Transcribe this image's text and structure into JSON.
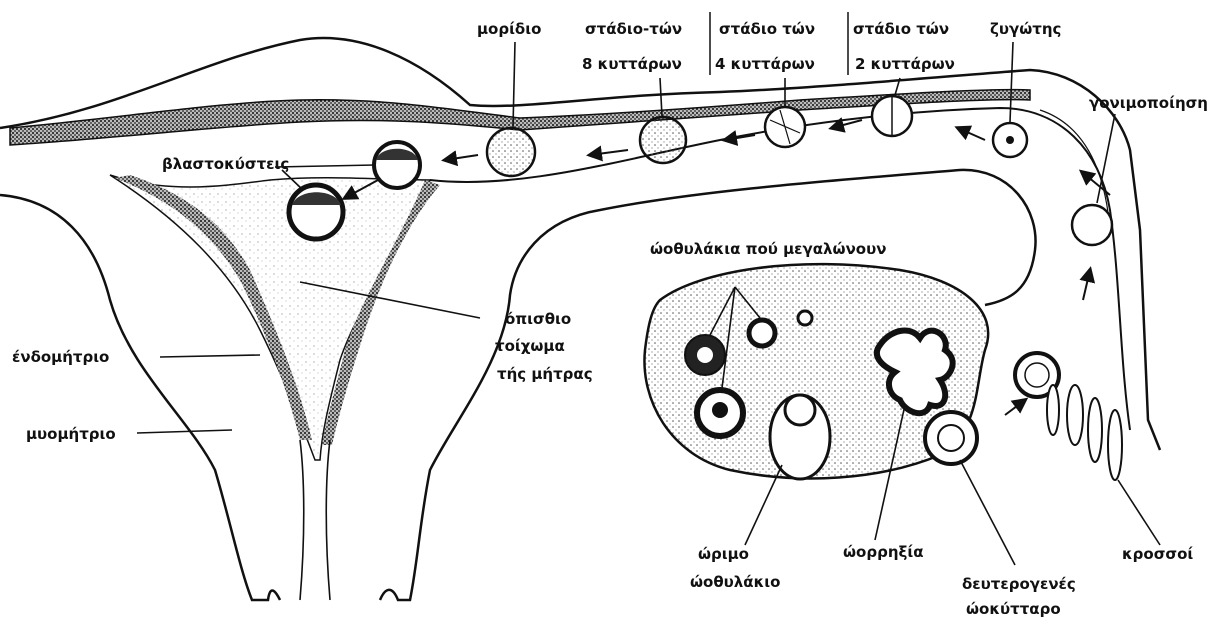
{
  "labels": {
    "moridio": "μορίδιο",
    "stadio8_line1": "στάδιο-τών",
    "stadio8_line2": "8  κυττάρων",
    "stadio4_line1": "στάδιο  τών",
    "stadio4_line2": "4  κυττάρων",
    "stadio2_line1": "στάδιο  τών",
    "stadio2_line2": "2  κυττάρων",
    "zygotis": "ζυγώτης",
    "gonimopoiisi": "γονιμοποίηση",
    "blastokysteis": "βλαστοκύστεις",
    "opisthio1": "όπισθιο",
    "opisthio2": "τοίχωμα",
    "opisthio3": "τής  μήτρας",
    "endomitrio": "ένδομήτριο",
    "myomitrio": "μυομήτριο",
    "oothylakia": "ώοθυλάκια  πού  μεγαλώνουν",
    "orimo1": "ώριμο",
    "orimo2": "ώοθυλάκιο",
    "oorrixia": "ώορρηξία",
    "deuterogenes1": "δευτερογενές",
    "deuterogenes2": "ώοκύτταρο",
    "krossoi": "κροσσοί"
  }
}
